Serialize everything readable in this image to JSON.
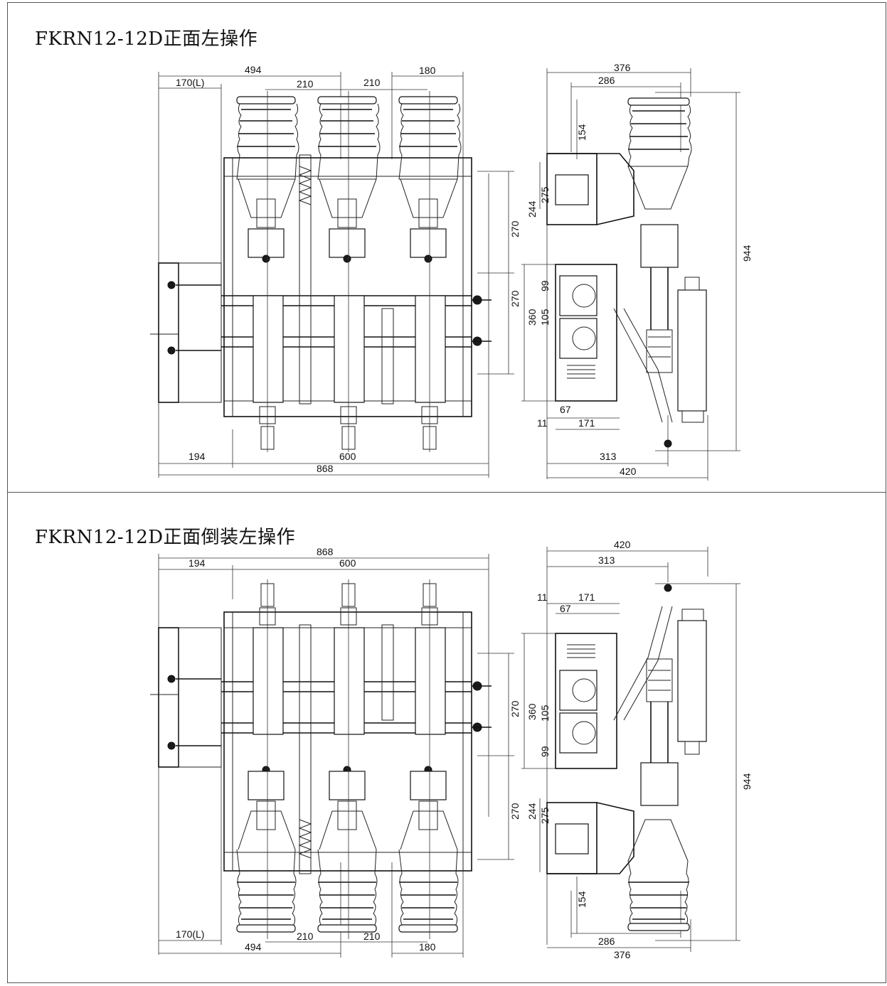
{
  "views": [
    {
      "title": "FKRN12-12D正面左操作",
      "front_dims": {
        "d494": "494",
        "d170L": "170(L)",
        "d210a": "210",
        "d210b": "210",
        "d180": "180",
        "d270a": "270",
        "d270b": "270",
        "d194": "194",
        "d600": "600",
        "d868": "868"
      },
      "side_dims": {
        "d376": "376",
        "d286": "286",
        "d154": "154",
        "d275": "275",
        "d244": "244",
        "d99": "99",
        "d105": "105",
        "d360": "360",
        "d67": "67",
        "d11": "11",
        "d171": "171",
        "d313": "313",
        "d420": "420",
        "d944": "944"
      }
    },
    {
      "title": "FKRN12-12D正面倒装左操作",
      "front_dims": {
        "d868": "868",
        "d194": "194",
        "d600": "600",
        "d270a": "270",
        "d270b": "270",
        "d170L": "170(L)",
        "d494": "494",
        "d210a": "210",
        "d210b": "210",
        "d180": "180"
      },
      "side_dims": {
        "d420": "420",
        "d313": "313",
        "d11": "11",
        "d171": "171",
        "d67": "67",
        "d360": "360",
        "d105": "105",
        "d99": "99",
        "d275": "275",
        "d244": "244",
        "d944": "944",
        "d154": "154",
        "d286": "286",
        "d376": "376"
      }
    }
  ]
}
